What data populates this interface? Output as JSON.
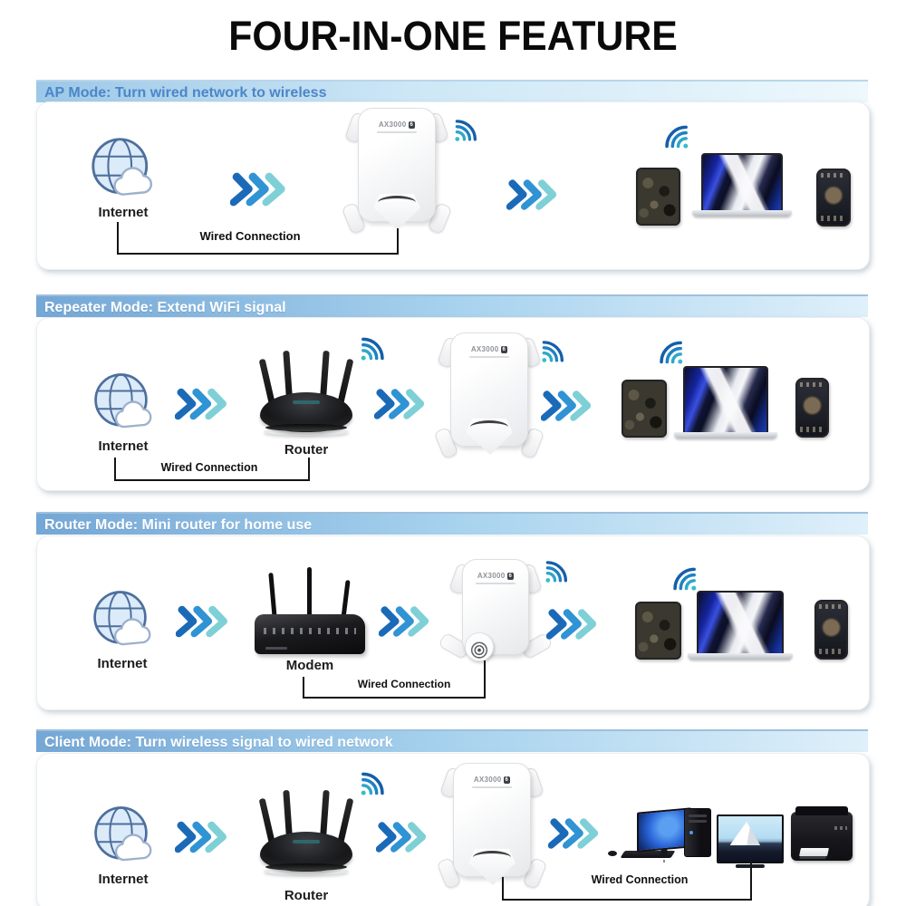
{
  "title": "FOUR-IN-ONE FEATURE",
  "sections": [
    {
      "header": "AP Mode: Turn wired network to wireless",
      "internet_label": "Internet",
      "wired_label": "Wired Connection",
      "extender_label": "AX3000",
      "extender_badge": "6"
    },
    {
      "header": "Repeater Mode: Extend WiFi signal",
      "internet_label": "Internet",
      "router_label": "Router",
      "wired_label": "Wired Connection",
      "extender_label": "AX3000",
      "extender_badge": "6"
    },
    {
      "header": "Router Mode: Mini router for home use",
      "internet_label": "Internet",
      "modem_label": "Modem",
      "wired_label": "Wired Connection",
      "extender_label": "AX3000",
      "extender_badge": "6"
    },
    {
      "header": "Client Mode: Turn wireless signal to wired network",
      "internet_label": "Internet",
      "router_label": "Router",
      "wired_label": "Wired Connection",
      "extender_label": "AX3000",
      "extender_badge": "6"
    }
  ],
  "colors": {
    "chevron_dark": "#1b6ab8",
    "chevron_mid": "#2f93d4",
    "chevron_light": "#7ed0d6",
    "wifi_dark": "#155fa8",
    "wifi_teal": "#38bcc9",
    "header_text_first": "#4b86c8",
    "header_text_rest": "#ffffff",
    "header_bar": "#74a7d6"
  },
  "icons": {
    "globe-icon": "internet globe with cloud",
    "wifi-signal-icon": "three wifi arcs with dot",
    "chevron-arrows-icon": "triple chevron arrow blue-to-teal"
  }
}
